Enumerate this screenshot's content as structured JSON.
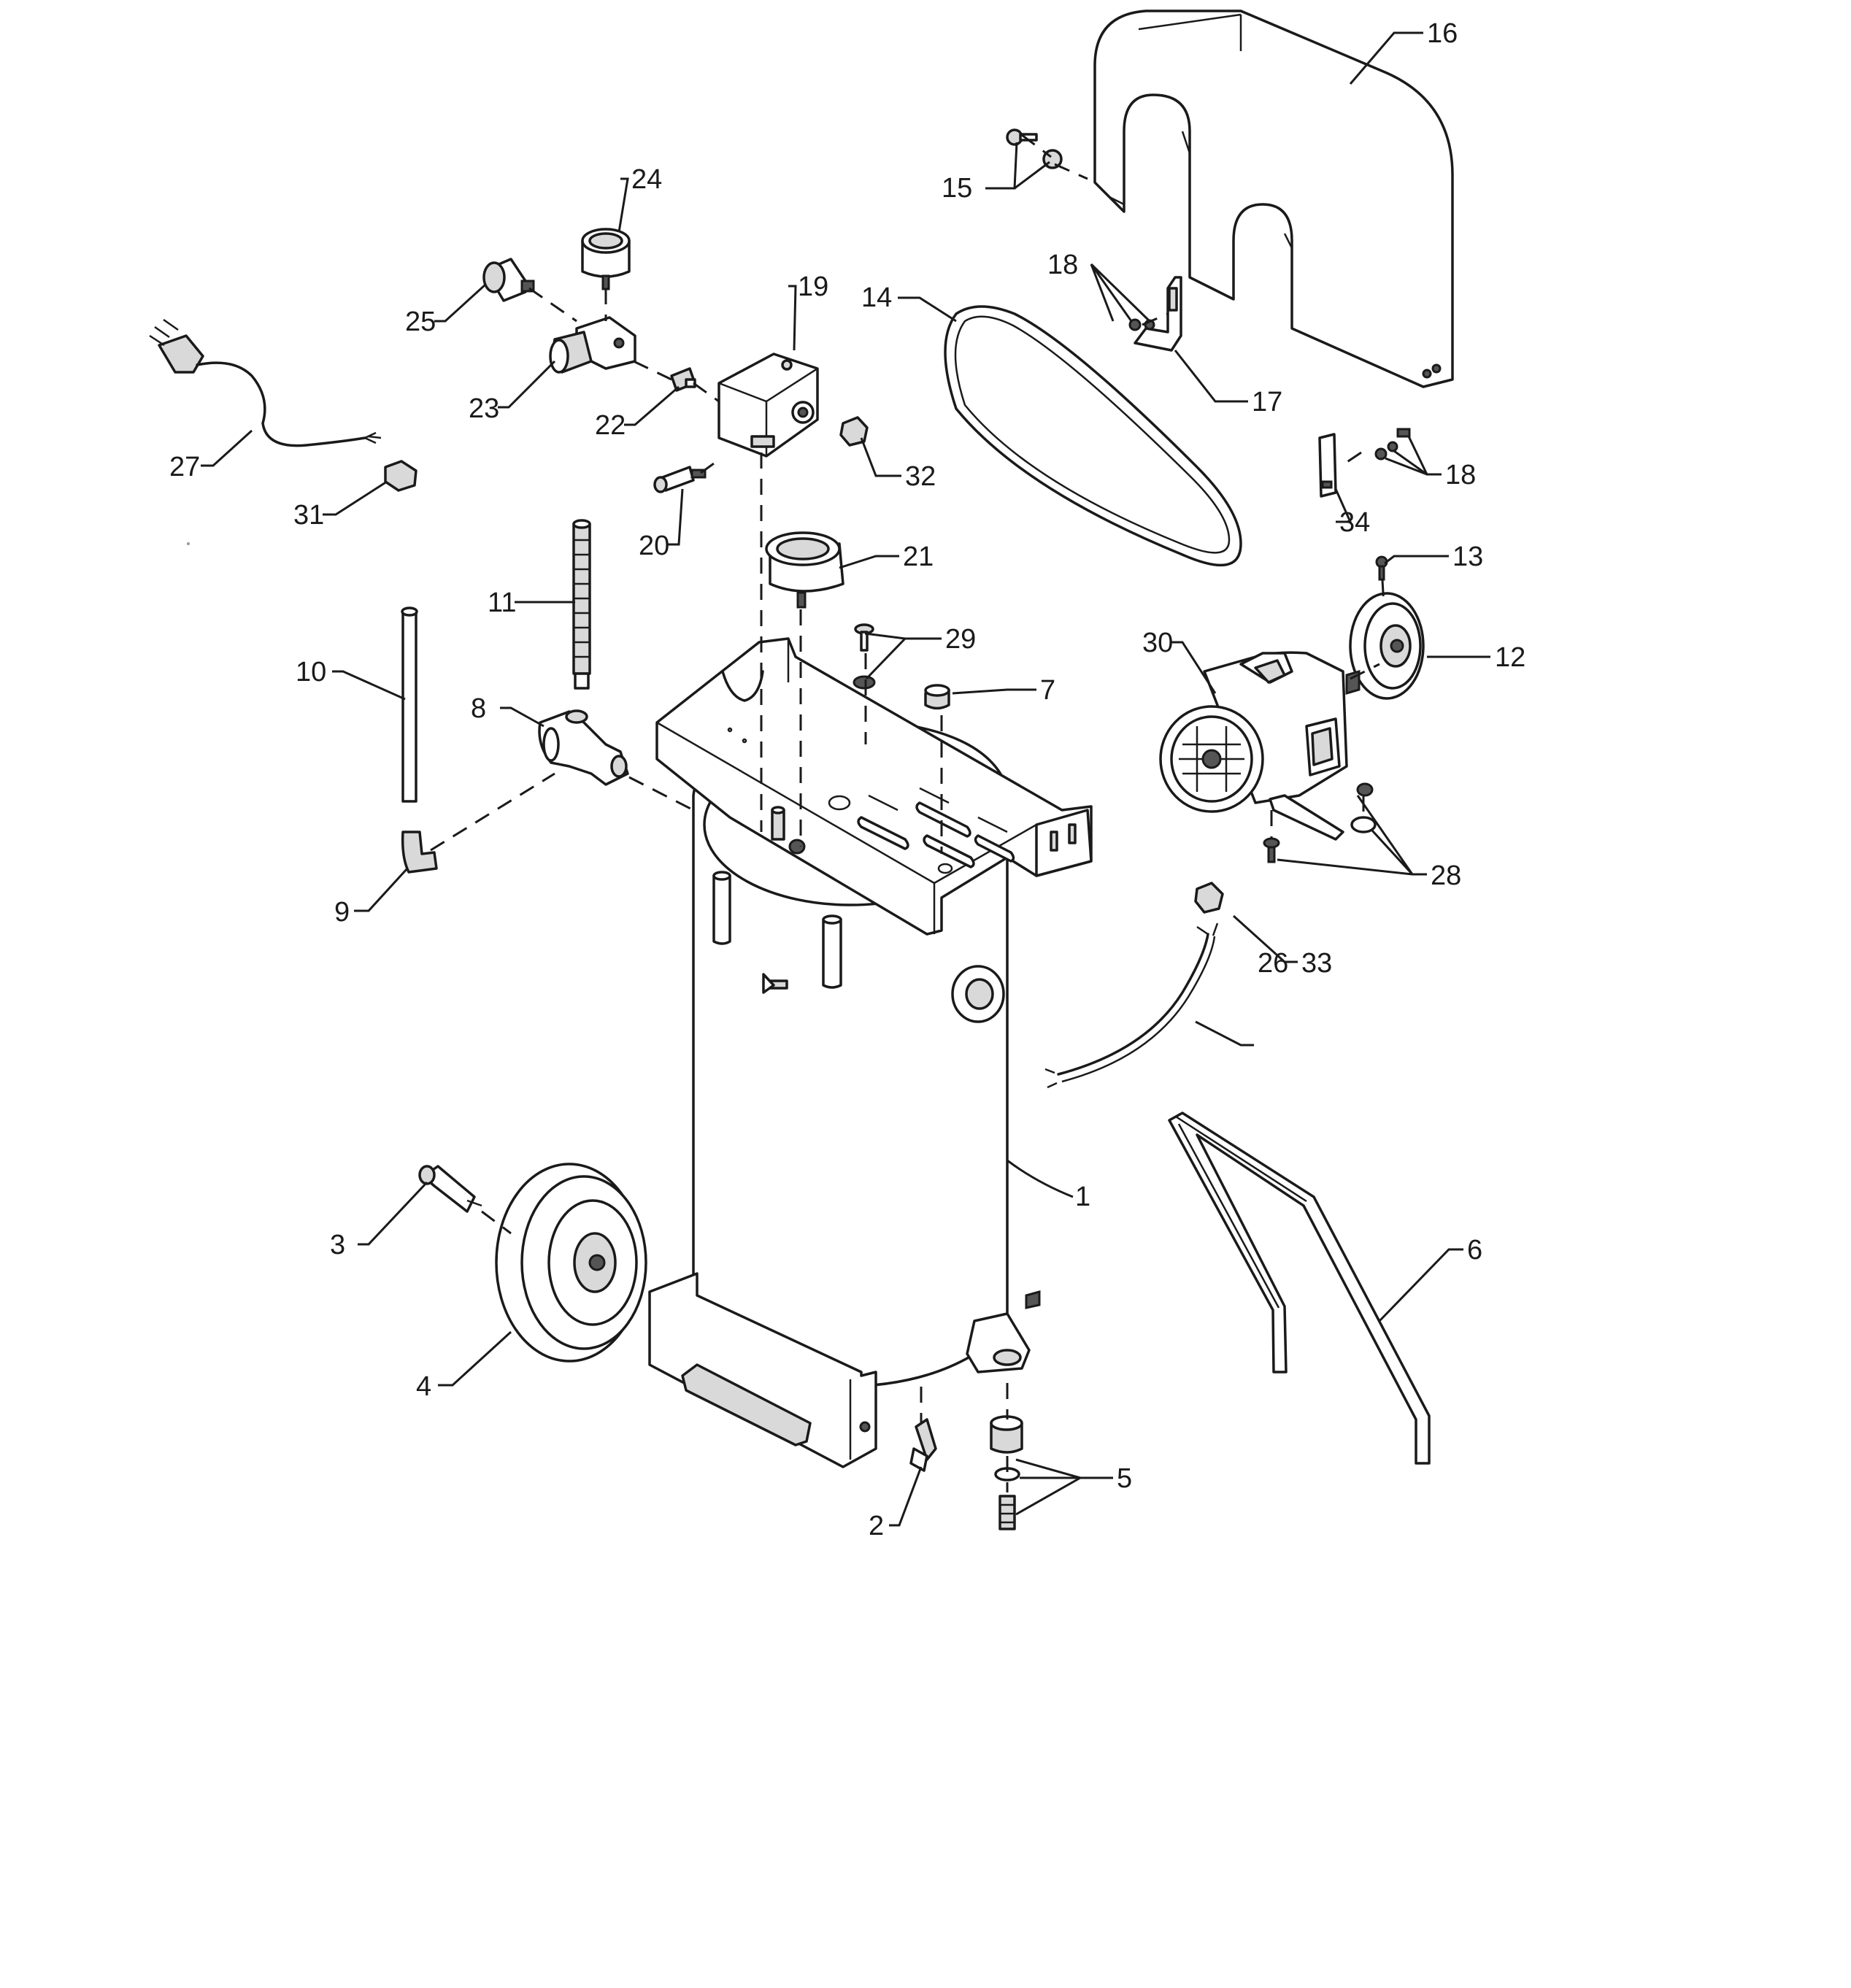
{
  "callouts": {
    "c1": "1",
    "c2": "2",
    "c3": "3",
    "c4": "4",
    "c5": "5",
    "c6": "6",
    "c7": "7",
    "c8": "8",
    "c9": "9",
    "c10": "10",
    "c11": "11",
    "c12": "12",
    "c13": "13",
    "c14": "14",
    "c15": "15",
    "c16": "16",
    "c17": "17",
    "c18a": "18",
    "c18b": "18",
    "c19": "19",
    "c20": "20",
    "c21": "21",
    "c22": "22",
    "c23": "23",
    "c24": "24",
    "c25": "25",
    "c26": "26",
    "c27": "27",
    "c28": "28",
    "c29": "29",
    "c30": "30",
    "c31": "31",
    "c32": "32",
    "c33": "33",
    "c34": "34"
  }
}
